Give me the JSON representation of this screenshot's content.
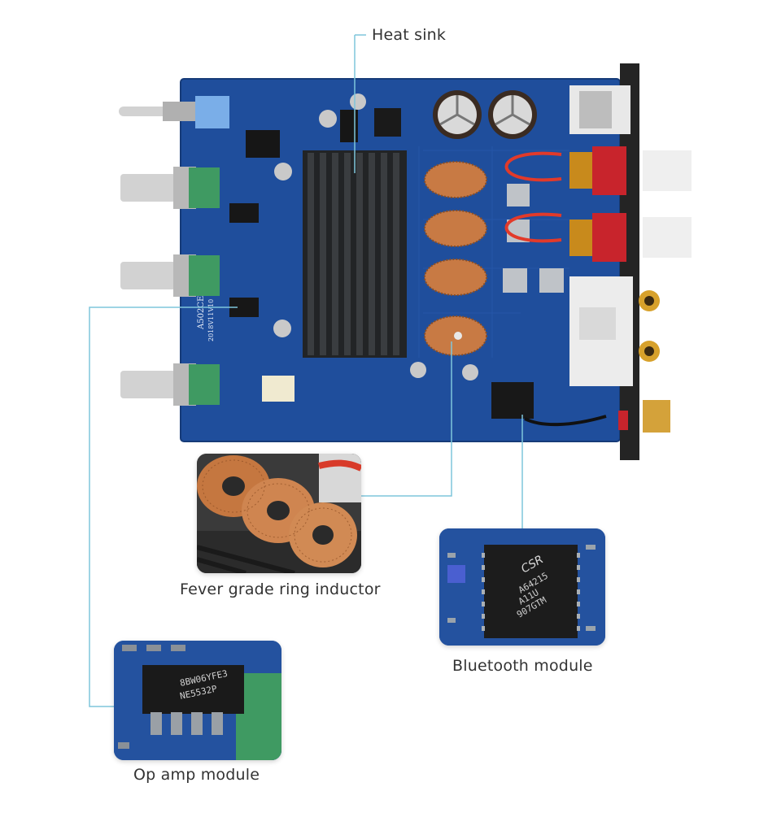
{
  "labels": {
    "heat_sink": "Heat sink",
    "inductor": "Fever grade ring inductor",
    "bluetooth": "Bluetooth module",
    "opamp": "Op amp module"
  },
  "colors": {
    "pcb_blue": "#1f4e9c",
    "leader_cyan": "#7fc6db",
    "copper": "#c97a45",
    "terminal_red": "#c8242c"
  },
  "chip_marks": {
    "bt_brand": "CSR",
    "bt_line1": "A64215",
    "bt_line2": "A11U",
    "bt_line3": "907GTM",
    "op_line1": "8BW06YFE3",
    "op_line2": "NE5532P"
  },
  "board_silkscreen": {
    "model": "A502CE",
    "date": "2018V11V10"
  }
}
